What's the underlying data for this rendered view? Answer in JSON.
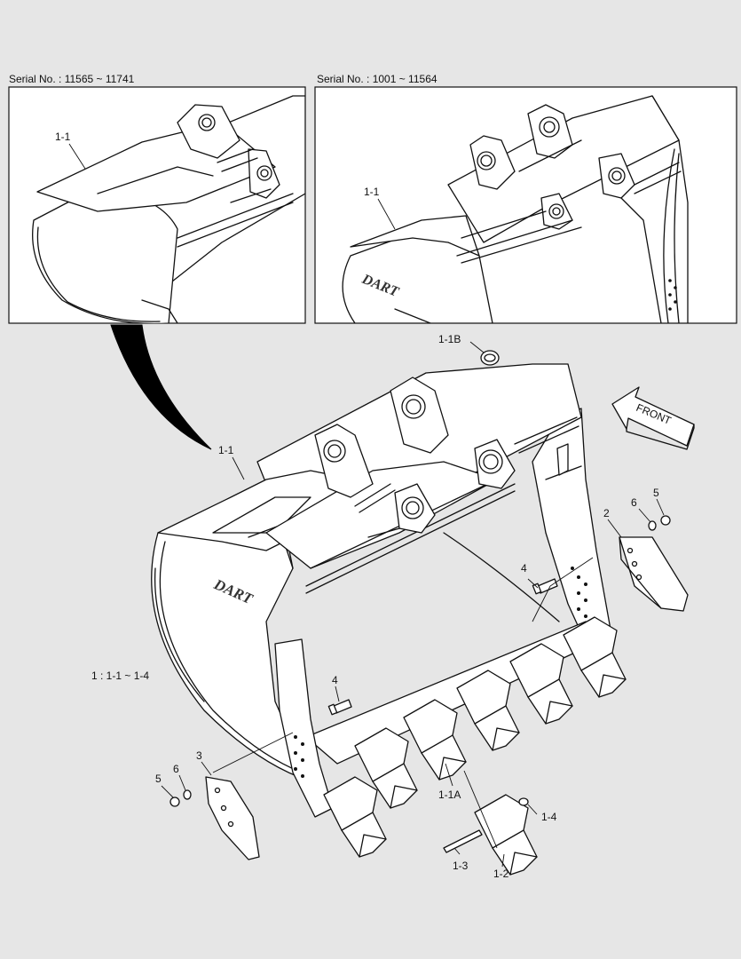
{
  "insets": {
    "left_serial": "Serial No. : 11565 ~ 11741",
    "right_serial": "Serial No. : 1001 ~ 11564"
  },
  "logo_text": "DART",
  "front_arrow_text": "FRONT",
  "set_note": "1 : 1-1 ~ 1-4",
  "callouts": {
    "inset_left_part": "1-1",
    "inset_right_part": "1-1",
    "bucket_body": "1-1",
    "pin_bushing": "1-1B",
    "adapter": "1-1A",
    "tooth": "1-2",
    "tooth_pin": "1-3",
    "lock_washer": "1-4",
    "side_cutter_right": "2",
    "side_cutter_left": "3",
    "bolt_right": "4",
    "bolt_left": "4",
    "nut_right": "5",
    "nut_left": "5",
    "washer_right": "6",
    "washer_left": "6"
  }
}
